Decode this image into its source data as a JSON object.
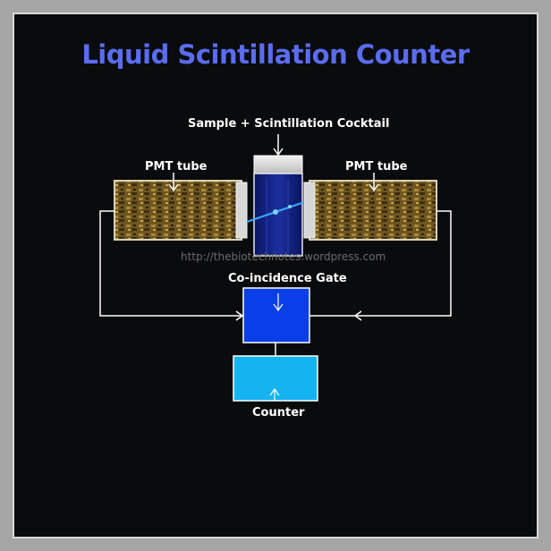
{
  "title": "Liquid Scintillation Counter",
  "labels": {
    "sample": "Sample + Scintillation Cocktail",
    "pmt_left": "PMT tube",
    "pmt_right": "PMT tube",
    "gate": "Co-incidence Gate",
    "counter": "Counter"
  },
  "watermark": "http://thebiotechnotes.wordpress.com",
  "colors": {
    "title": "#5a6cf0",
    "pmt": "#8a6d2c",
    "vial": "#0f1d78",
    "gate": "#0a3ee8",
    "counter": "#15b4f0",
    "lines": "#ffffff",
    "background": "#0a0b0d"
  }
}
